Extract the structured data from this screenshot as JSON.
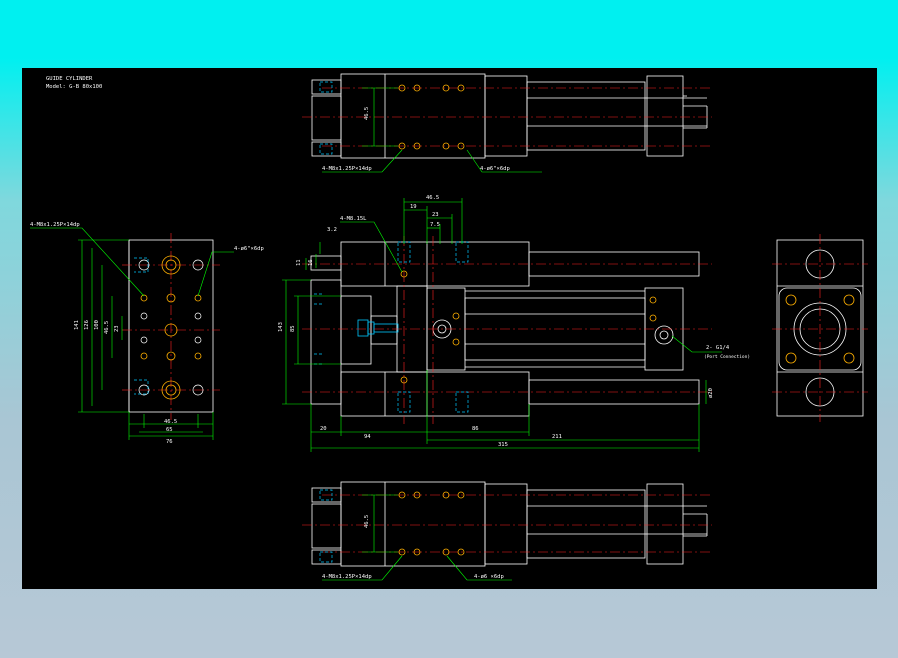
{
  "title_block": {
    "name": "GUIDE CYLINDER",
    "model": "Model: G-B 80x100"
  },
  "colors": {
    "background_top": "#00f0f0",
    "background_bottom": "#b7c8d6",
    "sheet": "#000000",
    "outline": "#ffffff",
    "dimension": "#00ff00",
    "centerline": "#ff2020",
    "hidden": "#00c8ff",
    "hole": "#ffb000"
  },
  "top_view": {
    "dim_pitch": "46.5",
    "callout_left": "4-M8x1.25P×14dp",
    "callout_right": "4-ø6\"×6dp"
  },
  "side_view": {
    "callout_top_left": "4-M8x1.25P×14dp",
    "callout_top_right": "4-ø6\"×6dp",
    "dims_v": [
      "141",
      "126",
      "100",
      "46.5",
      "23"
    ],
    "dims_h": [
      "46.5",
      "65",
      "76"
    ]
  },
  "front_view": {
    "dims_top": [
      "46.5",
      "19",
      "23",
      "7.5"
    ],
    "callout_top": "4-M8.15L",
    "dim_left_small": [
      "3.2",
      "11",
      "16"
    ],
    "dims_v": [
      "143",
      "85"
    ],
    "dims_bottom": [
      "20",
      "94",
      "86",
      "211",
      "315"
    ],
    "dim_rod": "ø20",
    "port_label": "2- G1/4",
    "port_note": "(Port Connection)"
  },
  "bottom_view": {
    "dim_pitch": "46.5",
    "callout_left": "4-M8x1.25P×14dp",
    "callout_right": "4-ø6 ×6dp"
  }
}
